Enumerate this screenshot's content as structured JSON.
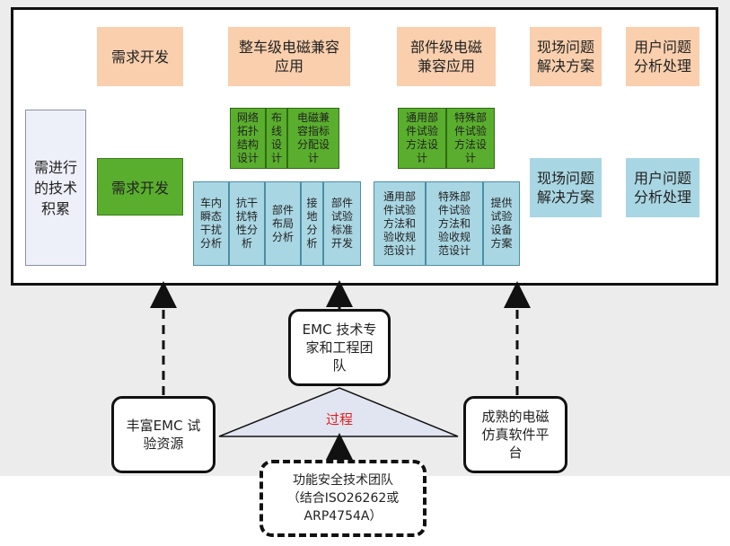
{
  "top_row": {
    "demand_dev": "需求开发",
    "vehicle_emc": "整车级电磁兼容\n应用",
    "component_emc": "部件级电磁\n兼容应用",
    "field_solution": "现场问题\n解决方案",
    "user_analysis": "用户问题\n分析处理"
  },
  "left_column": {
    "accumulation": "需进行\n的技术\n积累"
  },
  "middle_row": {
    "demand_dev_green": "需求开发",
    "field_solution_blue": "现场问题\n解决方案",
    "user_analysis_blue": "用户问题\n分析处理"
  },
  "vehicle_green_cells": [
    "网络\n拓扑\n结构\n设计",
    "布\n线\n设\n计",
    "电磁兼\n容指标\n分配设\n计"
  ],
  "component_green_cells": [
    "通用部\n件试验\n方法设\n计",
    "特殊部\n件试验\n方法设\n计"
  ],
  "vehicle_blue_cells": [
    "车内\n瞬态\n干扰\n分析",
    "抗干\n扰特\n性分\n析",
    "部件\n布局\n分析",
    "接\n地\n分\n析",
    "部件\n试验\n标准\n开发"
  ],
  "component_blue_cells": [
    "通用部\n件试验\n方法和\n验收规\n范设计",
    "特殊部\n件试验\n方法和\n验收规\n范设计",
    "提供\n试验\n设备\n方案"
  ],
  "bottom": {
    "expert_team": "EMC 技术专\n家和工程团\n队",
    "rich_resources": "丰富EMC 试\n验资源",
    "process": "过程",
    "platform": "成熟的电磁\n仿真软件平\n台",
    "safety_team": "功能安全技术团队\n（结合ISO26262或\nARP4754A）"
  }
}
